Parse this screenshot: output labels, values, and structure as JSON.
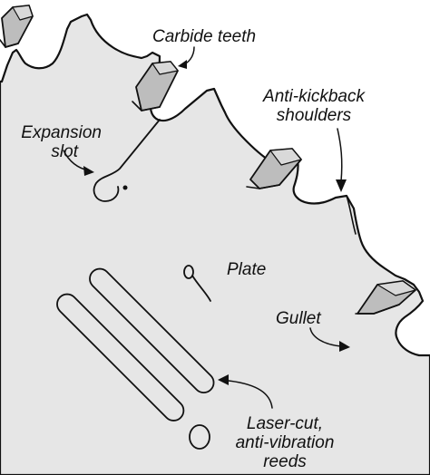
{
  "labels": {
    "carbide_teeth": "Carbide teeth",
    "anti_kickback_line1": "Anti-kickback",
    "anti_kickback_line2": "shoulders",
    "expansion_line1": "Expansion",
    "expansion_line2": "slot",
    "plate": "Plate",
    "gullet": "Gullet",
    "reeds_line1": "Laser-cut,",
    "reeds_line2": "anti-vibration",
    "reeds_line3": "reeds"
  },
  "colors": {
    "plate_fill": "#e6e6e6",
    "line": "#111111",
    "tooth_shade": "#bdbdbd"
  }
}
